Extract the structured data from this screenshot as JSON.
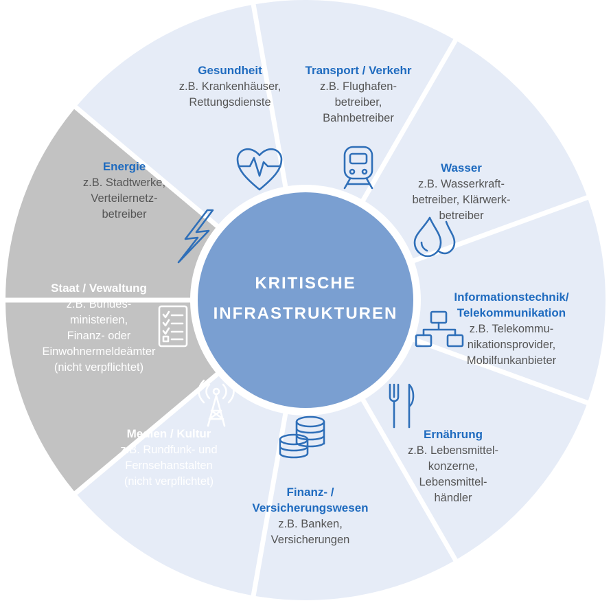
{
  "colors": {
    "segment_fill": "#e6ecf7",
    "segment_fill_gray": "#c2c2c2",
    "center_fill": "#7a9fd1",
    "title_blue": "#1f6bbf",
    "text_gray": "#555555",
    "text_white": "#ffffff",
    "icon_blue": "#2f6fb8"
  },
  "center": {
    "line1": "KRITISCHE",
    "line2": "INFRASTRUKTUREN"
  },
  "segments": [
    {
      "id": "gesundheit",
      "title": "Gesundheit",
      "lines": [
        "z.B. Krankenhäuser,",
        "Rettungsdienste"
      ],
      "icon": "heart-pulse-icon",
      "obligated": true
    },
    {
      "id": "transport",
      "title": "Transport / Verkehr",
      "lines": [
        "z.B. Flughafen-",
        "betreiber,",
        "Bahnbetreiber"
      ],
      "icon": "train-icon",
      "obligated": true
    },
    {
      "id": "wasser",
      "title": "Wasser",
      "lines": [
        "z.B. Wasserkraft-",
        "betreiber, Klärwerk-",
        "betreiber"
      ],
      "icon": "water-drops-icon",
      "obligated": true
    },
    {
      "id": "it",
      "title": "Informationstechnik/",
      "title2": "Telekommunikation",
      "lines": [
        "z.B. Telekommu-",
        "nikationsprovider,",
        "Mobilfunkanbieter"
      ],
      "icon": "network-icon",
      "obligated": true
    },
    {
      "id": "ernaehrung",
      "title": "Ernährung",
      "lines": [
        "z.B. Lebensmittel-",
        "konzerne,",
        "Lebensmittel-",
        "händler"
      ],
      "icon": "cutlery-icon",
      "obligated": true
    },
    {
      "id": "finanz",
      "title": "Finanz- /",
      "title2": "Versicherungswesen",
      "lines": [
        "z.B. Banken,",
        "Versicherungen"
      ],
      "icon": "coins-icon",
      "obligated": true
    },
    {
      "id": "medien",
      "title": "Medien / Kultur",
      "lines": [
        "z.B. Rundfunk- und",
        "Fernsehanstalten",
        "(nicht verpflichtet)"
      ],
      "icon": "radio-tower-icon",
      "obligated": false
    },
    {
      "id": "staat",
      "title": "Staat / Vewaltung",
      "lines": [
        "z.B. Bundes-",
        "ministerien,",
        "Finanz- oder",
        "Einwohnermeldeämter",
        "(nicht verpflichtet)"
      ],
      "icon": "checklist-icon",
      "obligated": false
    },
    {
      "id": "energie",
      "title": "Energie",
      "lines": [
        "z.B. Stadtwerke,",
        "Verteilernetz-",
        "betreiber"
      ],
      "icon": "lightning-icon",
      "obligated": true
    }
  ]
}
